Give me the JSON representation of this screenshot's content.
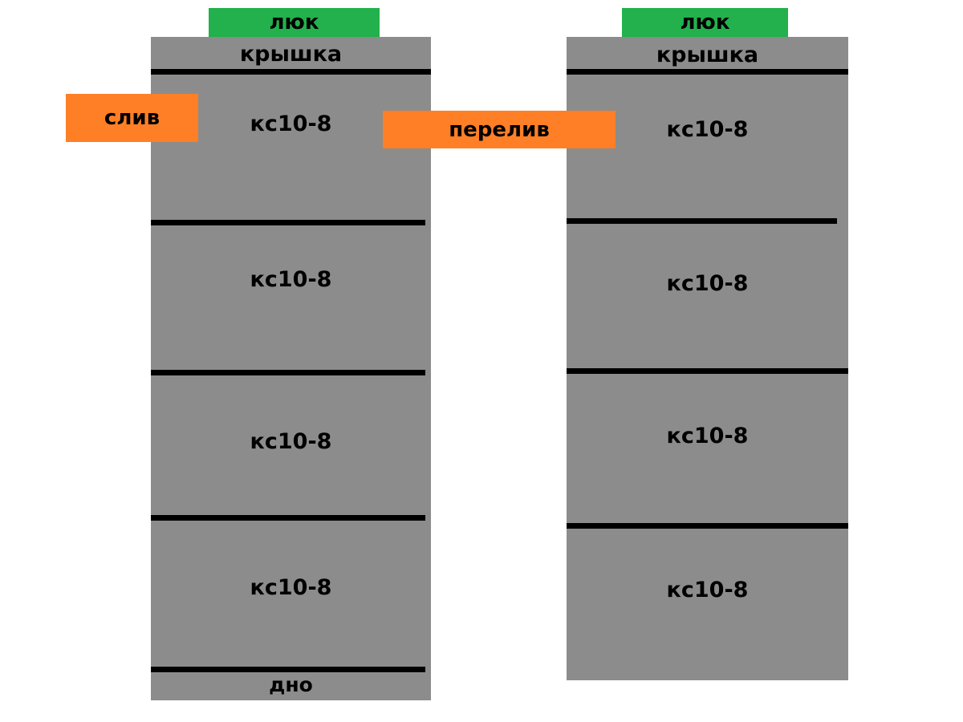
{
  "diagram": {
    "title": "Septic tank scheme - two concrete ring wells",
    "colors": {
      "tank_body": "#8c8c8c",
      "hatch": "#22b14c",
      "pipe": "#ff7f27",
      "line": "#000000",
      "background": "#ffffff"
    }
  },
  "tanks": [
    {
      "id": "left-tank",
      "hatch_label": "люк",
      "cap_label": "крышка",
      "bottom_label": "дно",
      "rings": [
        {
          "label": "кс10-8"
        },
        {
          "label": "кс10-8"
        },
        {
          "label": "кс10-8"
        },
        {
          "label": "кс10-8"
        }
      ]
    },
    {
      "id": "right-tank",
      "hatch_label": "люк",
      "cap_label": "крышка",
      "bottom_label": "",
      "rings": [
        {
          "label": "кс10-8"
        },
        {
          "label": "кс10-8"
        },
        {
          "label": "кс10-8"
        },
        {
          "label": "кс10-8"
        }
      ]
    }
  ],
  "pipes": [
    {
      "id": "drain-pipe",
      "label": "слив"
    },
    {
      "id": "overflow-pipe",
      "label": "перелив"
    }
  ]
}
